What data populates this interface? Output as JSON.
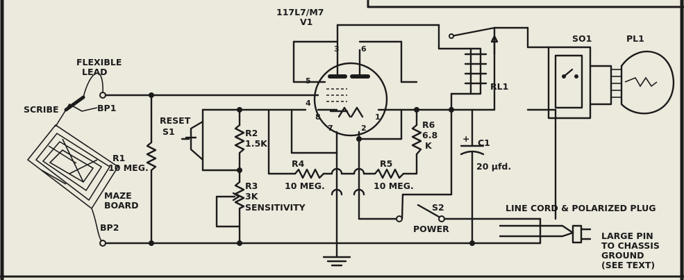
{
  "labels": {
    "tube_type": "117L7/M7",
    "tube_ref": "V1",
    "flexible": "FLEXIBLE",
    "lead": "LEAD",
    "scribe": "SCRIBE",
    "bp1": "BP1",
    "bp2": "BP2",
    "maze": "MAZE",
    "board": "BOARD",
    "r1": "R1",
    "r1_value": "10 MEG.",
    "reset": "RESET",
    "s1": "S1",
    "r2": "R2",
    "r2_value": "1.5K",
    "r3": "R3",
    "r3_value": "3K",
    "sensitivity": "SENSITIVITY",
    "r4": "R4",
    "r4_value": "10 MEG.",
    "r5": "R5",
    "r5_value": "10 MEG.",
    "r6": "R6",
    "r6_value": "6.8",
    "r6_unit": "K",
    "c1": "C1",
    "c1_plus": "+",
    "c1_value": "20 µfd.",
    "rl1": "RL1",
    "so1": "SO1",
    "pl1": "PL1",
    "s2": "S2",
    "power": "POWER",
    "line_cord": "LINE CORD & POLARIZED PLUG",
    "large_pin": "LARGE PIN",
    "to_chassis": "TO CHASSIS",
    "ground": "GROUND",
    "see_text": "(SEE TEXT)",
    "pin3": "3",
    "pin6": "6",
    "pin5": "5",
    "pin4": "4",
    "pin8": "8",
    "pin7": "7",
    "pin2": "2",
    "pin1": "1"
  },
  "colors": {
    "ink": "#1b1b1b",
    "paper": "#ece9dd"
  }
}
